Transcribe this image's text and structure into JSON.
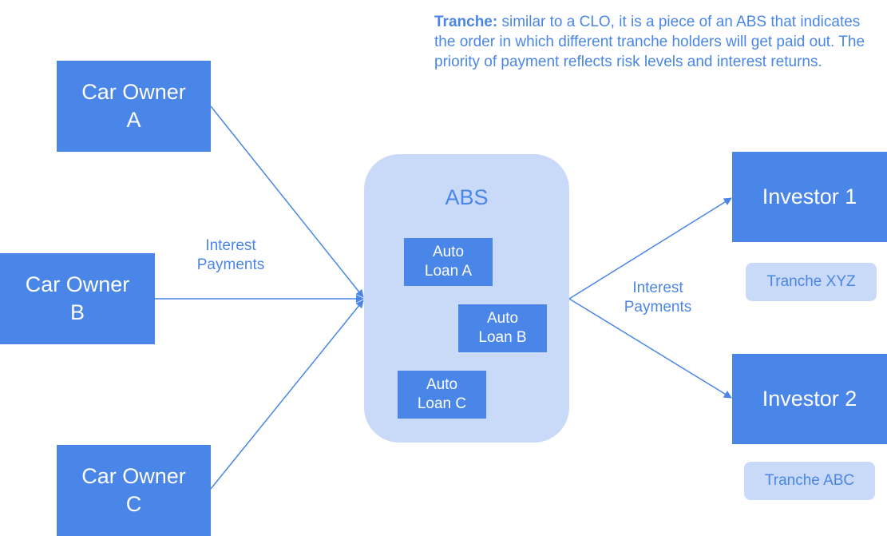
{
  "note": {
    "term": "Tranche:",
    "definition": " similar to a CLO, it is a piece of an ABS that indicates the order in which different tranche holders will get paid out. The priority of payment reflects risk levels and interest returns."
  },
  "car_owners": [
    {
      "line1": "Car Owner",
      "line2": "A"
    },
    {
      "line1": "Car Owner",
      "line2": "B"
    },
    {
      "line1": "Car Owner",
      "line2": "C"
    }
  ],
  "abs": {
    "title": "ABS",
    "loans": [
      {
        "line1": "Auto",
        "line2": "Loan A"
      },
      {
        "line1": "Auto",
        "line2": "Loan B"
      },
      {
        "line1": "Auto",
        "line2": "Loan C"
      }
    ]
  },
  "investors": [
    {
      "label": "Investor 1",
      "tranche": "Tranche XYZ"
    },
    {
      "label": "Investor 2",
      "tranche": "Tranche ABC"
    }
  ],
  "flows": {
    "inbound_label": {
      "line1": "Interest",
      "line2": "Payments"
    },
    "outbound_label": {
      "line1": "Interest",
      "line2": "Payments"
    }
  },
  "colors": {
    "primary": "#4a86e8",
    "light": "#c9daf8",
    "text_on_primary": "#ffffff"
  }
}
